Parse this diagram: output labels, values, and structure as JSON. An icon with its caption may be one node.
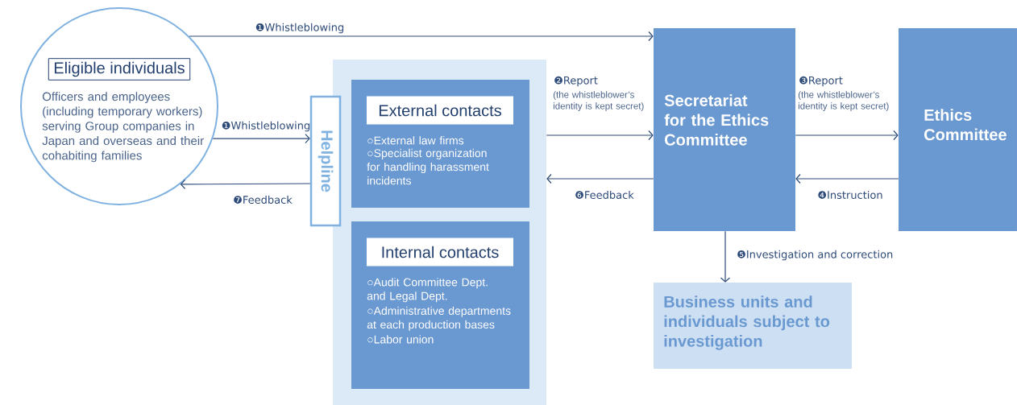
{
  "diagram": {
    "nodes": [
      {
        "text": [
          "Eligible individuals",
          "Officers and employees (including temporary workers) serving Group companies in Japan and overseas and their cohabiting families"
        ]
      },
      {
        "text": [],
        "shape": "box"
      },
      {
        "text": [
          "Helpline"
        ]
      },
      {
        "text": [
          "External contacts",
          "○External law firms",
          "○Specialist organization for handling harassment incidents"
        ],
        "in": 1
      },
      {
        "text": [
          "Internal contacts",
          "○Audit Committee Dept. and Legal Dept.",
          "○Administrative departments at each production bases",
          "○Labor union"
        ],
        "in": 1
      },
      {
        "text": [
          "Secretariat for the Ethics Committee"
        ]
      },
      {
        "text": [
          "Ethics Committee"
        ]
      },
      {
        "text": [
          "Business units and individuals subject to investigation"
        ]
      }
    ],
    "edges": [
      {
        "from": 0,
        "to": 5,
        "arrow": "to",
        "label": "❶Whistleblowing"
      },
      {
        "from": 0,
        "to": 2,
        "arrow": "to",
        "label": "❶Whistleblowing"
      },
      {
        "from": 2,
        "to": 0,
        "arrow": "to",
        "label": "❼Feedback"
      },
      {
        "from": 1,
        "to": 5,
        "arrow": "to",
        "label": "❷Report"
      },
      {
        "from": 5,
        "to": 1,
        "arrow": "to",
        "label": "❻Feedback"
      },
      {
        "from": 5,
        "to": 6,
        "arrow": "to",
        "label": "❸Report"
      },
      {
        "from": 6,
        "to": 5,
        "arrow": "to",
        "label": "❹Instruction"
      },
      {
        "from": 5,
        "to": 7,
        "arrow": "to",
        "label": "❺Investigation and correction"
      }
    ],
    "labels": [
      "(the whistleblower’s identity is kept secret)",
      "(the whistleblower’s identity is kept secret)"
    ]
  }
}
